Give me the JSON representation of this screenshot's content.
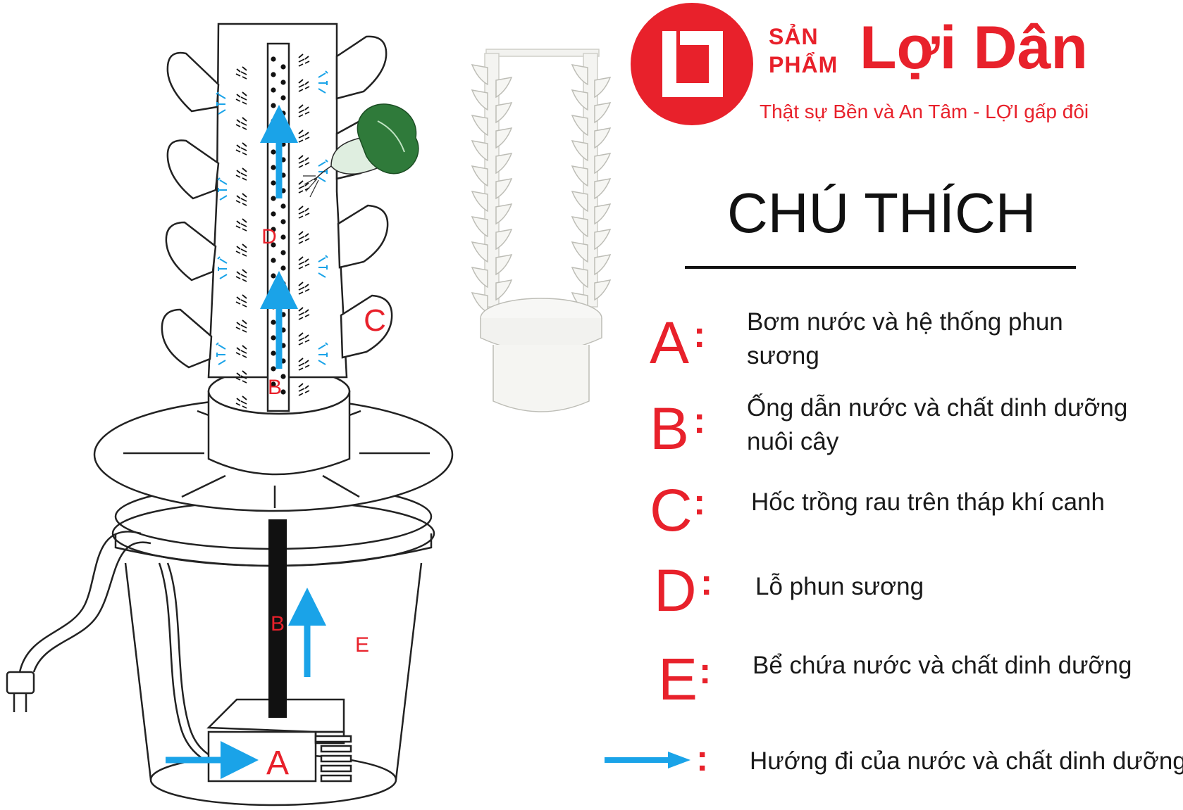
{
  "brand": {
    "logo_icon": "loi-dan-logo-icon",
    "word_1": "SẢN",
    "word_2": "PHẨM",
    "name": "Lợi Dân",
    "slogan": "Thật sự Bền và An Tâm - LỢI gấp đôi",
    "color": "#e8212b"
  },
  "diagram": {
    "labels": {
      "A": "A",
      "B_upper": "B",
      "B_lower": "B",
      "C": "C",
      "D": "D",
      "E": "E"
    },
    "colors": {
      "arrow": "#1aa3e8",
      "label": "#e8212b",
      "line": "#222222"
    },
    "icons": [
      "lettuce-icon",
      "power-plug-icon"
    ]
  },
  "legend": {
    "title": "CHÚ THÍCH",
    "items": [
      {
        "letter": "A",
        "text": "Bơm nước và hệ thống phun sương"
      },
      {
        "letter": "B",
        "text": "Ống dẫn nước và chất dinh dưỡng nuôi cây"
      },
      {
        "letter": "C",
        "text": "Hốc trồng rau trên tháp khí canh"
      },
      {
        "letter": "D",
        "text": "Lỗ phun sương"
      },
      {
        "letter": "E",
        "text": "Bể chứa nước và chất dinh dưỡng"
      }
    ],
    "arrow_item": {
      "icon": "flow-arrow-icon",
      "text": "Hướng đi của nước và chất dinh dưỡng"
    }
  }
}
